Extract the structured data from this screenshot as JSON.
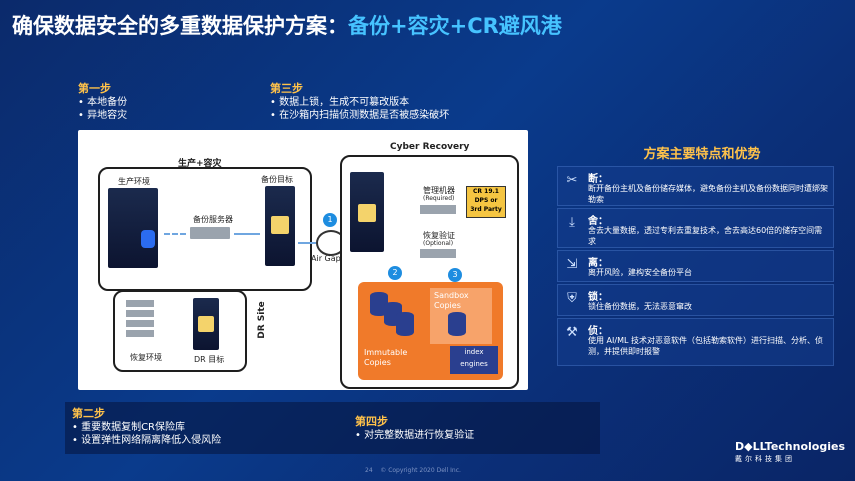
{
  "title": {
    "main": "确保数据安全的多重数据保护方案：",
    "accent": "备份+容灾+CR避风港"
  },
  "steps": {
    "step1": {
      "head": "第一步",
      "lines": [
        "本地备份",
        "异地容灾"
      ]
    },
    "step3": {
      "head": "第三步",
      "lines": [
        "数据上锁，生成不可篡改版本",
        "在沙箱内扫描侦测数据是否被感染破坏"
      ]
    },
    "step2": {
      "head": "第二步",
      "lines": [
        "重要数据复制CR保险库",
        "设置弹性网络隔离降低入侵风险"
      ]
    },
    "step4": {
      "head": "第四步",
      "lines": [
        "对完整数据进行恢复验证"
      ]
    }
  },
  "diagram": {
    "prod_dr_title": "生产+容灾",
    "prod_env": "生产环境",
    "backup_target": "备份目标",
    "backup_server": "备份服务器",
    "air_gap": "Air Gap",
    "dr_site": "DR Site",
    "restore_env": "恢复环境",
    "dr_target": "DR 目标",
    "cyber_recovery": "Cyber Recovery",
    "mgmt_host": "管理机器",
    "mgmt_required": "(Required)",
    "restore_verify": "恢复验证",
    "restore_optional": "(Optional)",
    "cr_badge_1": "CR 19.1",
    "cr_badge_2": "DPS or",
    "cr_badge_3": "3rd Party",
    "sandbox": "Sandbox",
    "sandbox_copies": "Copies",
    "immutable": "Immutable",
    "immutable_copies": "Copies",
    "index_logo_1": "index",
    "index_logo_2": "engines",
    "num1": "1",
    "num2": "2",
    "num3": "3"
  },
  "panel": {
    "title": "方案主要特点和优势",
    "items": [
      {
        "head": "断：",
        "text": "断开备份主机及备份储存媒体，避免备份主机及备份数据同时遭绑架勒索",
        "icon": "unlink-icon"
      },
      {
        "head": "舍：",
        "text": "舍去大量数据，透过专利去重复技术，舍去高达60倍的储存空间需求",
        "icon": "download-icon"
      },
      {
        "head": "离：",
        "text": "离开风险，建构安全备份平台",
        "icon": "exit-icon"
      },
      {
        "head": "锁：",
        "text": "锁住备份数据，无法恶意窜改",
        "icon": "shield-icon"
      },
      {
        "head": "侦：",
        "text": "使用 AI/ML 技术对恶意软件（包括勒索软件）进行扫描、分析、侦测，并提供即时报警",
        "icon": "tools-icon"
      }
    ]
  },
  "footer": {
    "page": "24",
    "copyright": "© Copyright 2020 Dell Inc."
  },
  "brand": {
    "name": "D◆LLTechnologies",
    "sub": "戴尔科技集团"
  },
  "colors": {
    "accent": "#46c3ff",
    "step": "#ffc24a",
    "orange": "#f07a2a"
  }
}
